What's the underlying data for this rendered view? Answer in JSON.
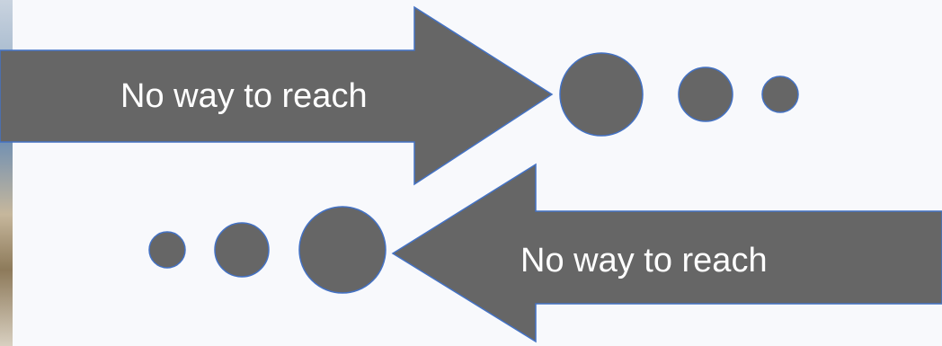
{
  "arrows": [
    {
      "label": "No way to reach",
      "direction": "right"
    },
    {
      "label": "No way to reach",
      "direction": "left"
    }
  ],
  "colors": {
    "fill": "#666666",
    "outline": "#4472c4",
    "text": "#ffffff",
    "background": "#f8f9fc"
  }
}
